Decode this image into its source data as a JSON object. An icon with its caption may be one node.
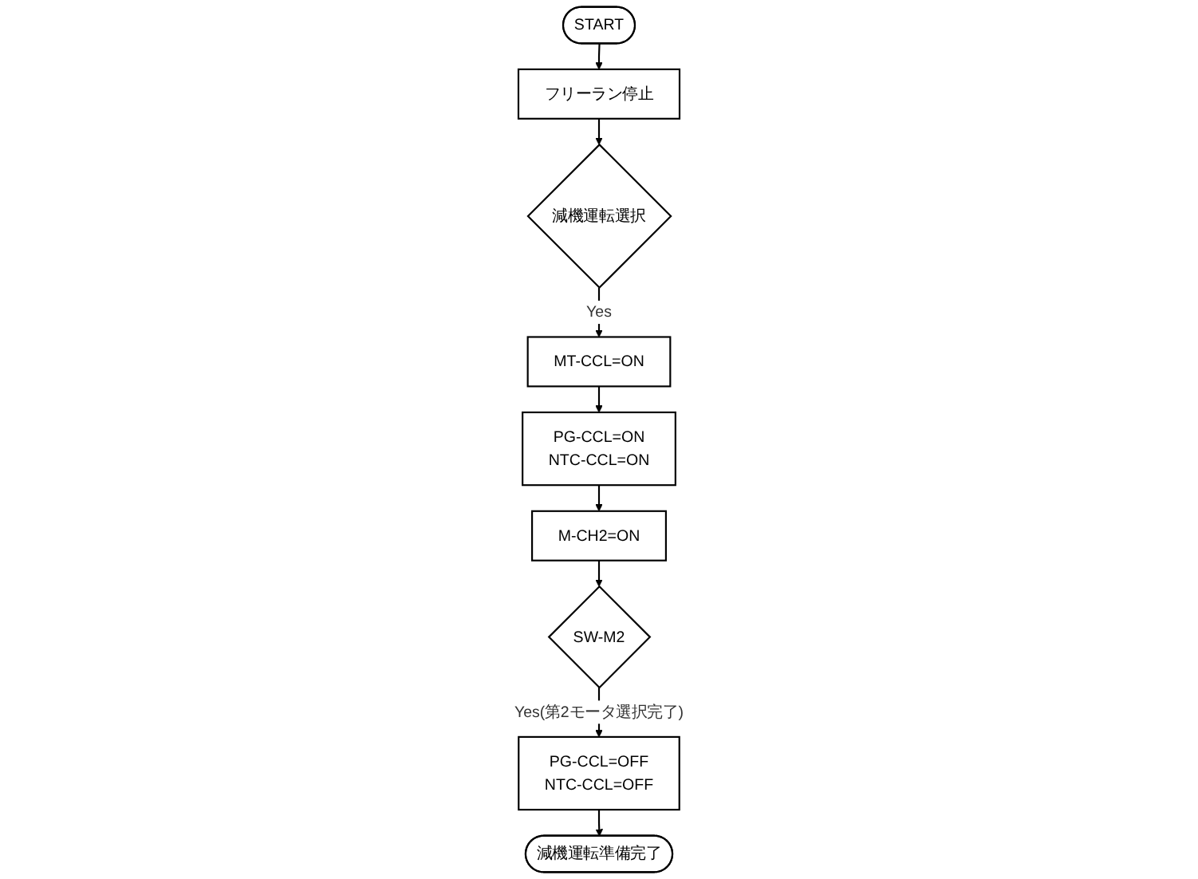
{
  "diagram": {
    "nodes": [
      {
        "text": [
          "START"
        ]
      },
      {
        "text": [
          "フリーラン停止"
        ]
      },
      {
        "text": [
          "減機運転選択"
        ]
      },
      {
        "text": [
          "MT-CCL=ON"
        ]
      },
      {
        "text": [
          "PG-CCL=ON",
          "NTC-CCL=ON"
        ]
      },
      {
        "text": [
          "M-CH2=ON"
        ]
      },
      {
        "text": [
          "SW-M2"
        ]
      },
      {
        "text": [
          "PG-CCL=OFF",
          "NTC-CCL=OFF"
        ]
      },
      {
        "text": [
          "減機運転準備完了"
        ]
      }
    ],
    "edges": [
      {
        "from": 0,
        "to": 1,
        "arrow": "to"
      },
      {
        "from": 1,
        "to": 2,
        "arrow": "to"
      },
      {
        "from": 2,
        "to": 3,
        "arrow": "to",
        "label": "Yes"
      },
      {
        "from": 3,
        "to": 4,
        "arrow": "to"
      },
      {
        "from": 4,
        "to": 5,
        "arrow": "to"
      },
      {
        "from": 5,
        "to": 6,
        "arrow": "to"
      },
      {
        "from": 6,
        "to": 7,
        "arrow": "to",
        "label": "Yes(第2モータ選択完了)"
      },
      {
        "from": 7,
        "to": 8,
        "arrow": "to"
      }
    ]
  }
}
